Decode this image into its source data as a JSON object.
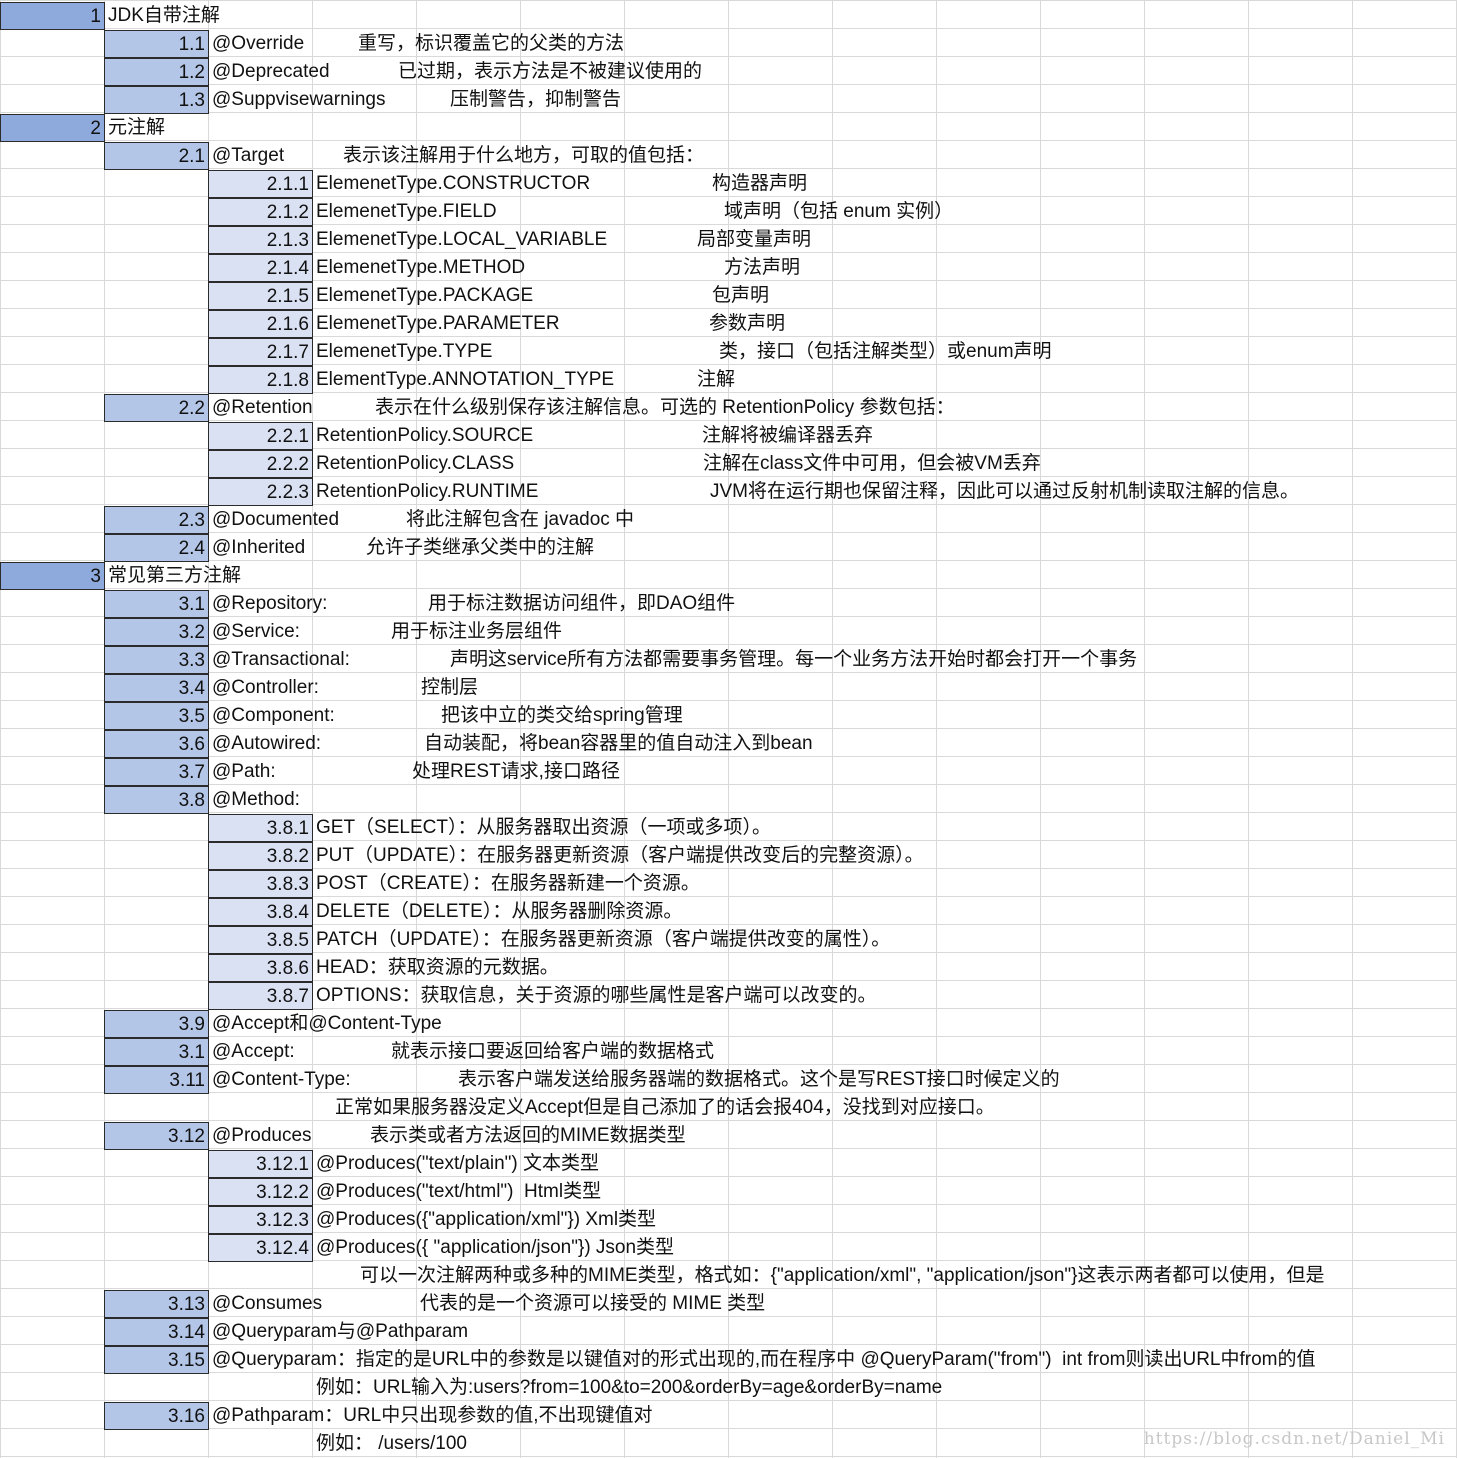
{
  "rows": [
    {
      "level": 1,
      "num": "1",
      "label": "JDK自带注解",
      "desc": ""
    },
    {
      "level": 2,
      "num": "1.1",
      "label": "@Override",
      "desc": "重写，标识覆盖它的父类的方法"
    },
    {
      "level": 2,
      "num": "1.2",
      "label": "@Deprecated",
      "desc": "已过期，表示方法是不被建议使用的"
    },
    {
      "level": 2,
      "num": "1.3",
      "label": "@Suppvisewarnings",
      "desc": "压制警告，抑制警告"
    },
    {
      "level": 1,
      "num": "2",
      "label": "元注解",
      "desc": ""
    },
    {
      "level": 2,
      "num": "2.1",
      "label": "@Target",
      "desc": "表示该注解用于什么地方，可取的值包括："
    },
    {
      "level": 3,
      "num": "2.1.1",
      "label": "ElemenetType.CONSTRUCTOR",
      "desc": "构造器声明"
    },
    {
      "level": 3,
      "num": "2.1.2",
      "label": "ElemenetType.FIELD",
      "desc": "域声明（包括 enum 实例）"
    },
    {
      "level": 3,
      "num": "2.1.3",
      "label": "ElemenetType.LOCAL_VARIABLE",
      "desc": "局部变量声明"
    },
    {
      "level": 3,
      "num": "2.1.4",
      "label": "ElemenetType.METHOD",
      "desc": "方法声明"
    },
    {
      "level": 3,
      "num": "2.1.5",
      "label": "ElemenetType.PACKAGE",
      "desc": "包声明"
    },
    {
      "level": 3,
      "num": "2.1.6",
      "label": "ElemenetType.PARAMETER",
      "desc": "参数声明"
    },
    {
      "level": 3,
      "num": "2.1.7",
      "label": "ElemenetType.TYPE",
      "desc": "类，接口（包括注解类型）或enum声明"
    },
    {
      "level": 3,
      "num": "2.1.8",
      "label": "ElementType.ANNOTATION_TYPE",
      "desc": "注解"
    },
    {
      "level": 2,
      "num": "2.2",
      "label": "@Retention",
      "desc": "表示在什么级别保存该注解信息。可选的 RetentionPolicy 参数包括："
    },
    {
      "level": 3,
      "num": "2.2.1",
      "label": "RetentionPolicy.SOURCE",
      "desc": "注解将被编译器丢弃"
    },
    {
      "level": 3,
      "num": "2.2.2",
      "label": "RetentionPolicy.CLASS",
      "desc": "注解在class文件中可用，但会被VM丢弃"
    },
    {
      "level": 3,
      "num": "2.2.3",
      "label": "RetentionPolicy.RUNTIME",
      "desc": "JVM将在运行期也保留注释，因此可以通过反射机制读取注解的信息。"
    },
    {
      "level": 2,
      "num": "2.3",
      "label": "@Documented",
      "desc": "将此注解包含在 javadoc 中"
    },
    {
      "level": 2,
      "num": "2.4",
      "label": "@Inherited",
      "desc": "允许子类继承父类中的注解"
    },
    {
      "level": 1,
      "num": "3",
      "label": "常见第三方注解",
      "desc": ""
    },
    {
      "level": 2,
      "num": "3.1",
      "label": "@Repository:",
      "desc": "用于标注数据访问组件，即DAO组件"
    },
    {
      "level": 2,
      "num": "3.2",
      "label": "@Service:",
      "desc": "用于标注业务层组件"
    },
    {
      "level": 2,
      "num": "3.3",
      "label": "@Transactional:",
      "desc": "声明这service所有方法都需要事务管理。每一个业务方法开始时都会打开一个事务"
    },
    {
      "level": 2,
      "num": "3.4",
      "label": "@Controller:",
      "desc": "控制层"
    },
    {
      "level": 2,
      "num": "3.5",
      "label": "@Component:",
      "desc": "把该中立的类交给spring管理"
    },
    {
      "level": 2,
      "num": "3.6",
      "label": "@Autowired:",
      "desc": "自动装配，将bean容器里的值自动注入到bean"
    },
    {
      "level": 2,
      "num": "3.7",
      "label": "@Path:",
      "desc": "处理REST请求,接口路径"
    },
    {
      "level": 2,
      "num": "3.8",
      "label": "@Method:",
      "desc": ""
    },
    {
      "level": 3,
      "num": "3.8.1",
      "label": "GET（SELECT）：从服务器取出资源（一项或多项）。",
      "desc": ""
    },
    {
      "level": 3,
      "num": "3.8.2",
      "label": "PUT（UPDATE）：在服务器更新资源（客户端提供改变后的完整资源）。",
      "desc": ""
    },
    {
      "level": 3,
      "num": "3.8.3",
      "label": "POST（CREATE）：在服务器新建一个资源。",
      "desc": ""
    },
    {
      "level": 3,
      "num": "3.8.4",
      "label": "DELETE（DELETE）：从服务器删除资源。",
      "desc": ""
    },
    {
      "level": 3,
      "num": "3.8.5",
      "label": "PATCH（UPDATE）：在服务器更新资源（客户端提供改变的属性）。",
      "desc": ""
    },
    {
      "level": 3,
      "num": "3.8.6",
      "label": "HEAD：获取资源的元数据。",
      "desc": ""
    },
    {
      "level": 3,
      "num": "3.8.7",
      "label": "OPTIONS：获取信息，关于资源的哪些属性是客户端可以改变的。",
      "desc": ""
    },
    {
      "level": 2,
      "num": "3.9",
      "label": "@Accept和@Content-Type",
      "desc": ""
    },
    {
      "level": 2,
      "num": "3.1",
      "label": "@Accept:",
      "desc": "就表示接口要返回给客户端的数据格式"
    },
    {
      "level": 2,
      "num": "3.11",
      "label": "@Content-Type:",
      "desc": "表示客户端发送给服务器端的数据格式。这个是写REST接口时候定义的"
    },
    {
      "level": 0,
      "num": "",
      "label": "正常如果服务器没定义Accept但是自己添加了的话会报404，没找到对应接口。",
      "desc": ""
    },
    {
      "level": 2,
      "num": "3.12",
      "label": "@Produces",
      "desc": "表示类或者方法返回的MIME数据类型"
    },
    {
      "level": 3,
      "num": "3.12.1",
      "label": "@Produces(\"text/plain\") 文本类型",
      "desc": ""
    },
    {
      "level": 3,
      "num": "3.12.2",
      "label": "@Produces(\"text/html\")  Html类型",
      "desc": ""
    },
    {
      "level": 3,
      "num": "3.12.3",
      "label": "@Produces({\"application/xml\"}) Xml类型",
      "desc": ""
    },
    {
      "level": 3,
      "num": "3.12.4",
      "label": "@Produces({ \"application/json\"}) Json类型",
      "desc": ""
    },
    {
      "level": 0,
      "num": "",
      "label": "可以一次注解两种或多种的MIME类型，格式如：{\"application/xml\", \"application/json\"}这表示两者都可以使用，但是",
      "desc": ""
    },
    {
      "level": 2,
      "num": "3.13",
      "label": "@Consumes",
      "desc": "代表的是一个资源可以接受的 MIME 类型"
    },
    {
      "level": 2,
      "num": "3.14",
      "label": "@Queryparam与@Pathparam",
      "desc": ""
    },
    {
      "level": 2,
      "num": "3.15",
      "label": "@Queryparam：指定的是URL中的参数是以键值对的形式出现的,而在程序中 @QueryParam(\"from\")  int from则读出URL中from的值",
      "desc": ""
    },
    {
      "level": 0,
      "num": "",
      "label": "例如：URL输入为:users?from=100&to=200&orderBy=age&orderBy=name",
      "desc": ""
    },
    {
      "level": 2,
      "num": "3.16",
      "label": "@Pathparam：URL中只出现参数的值,不出现键值对",
      "desc": ""
    },
    {
      "level": 0,
      "num": "",
      "label": "例如： /users/100",
      "desc": ""
    }
  ],
  "watermark": "https://blog.csdn.net/Daniel_Mi"
}
